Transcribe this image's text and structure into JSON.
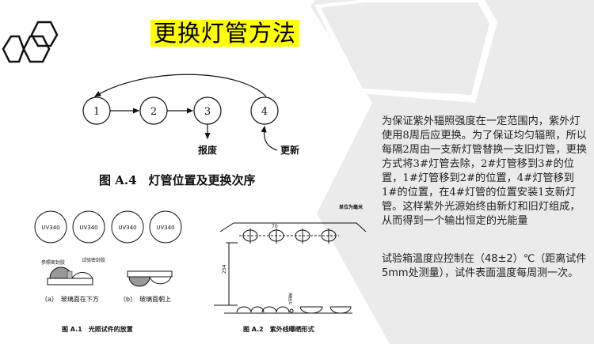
{
  "slide": {
    "title": "更换灯管方法",
    "paragraphs": [
      "为保证紫外辐照强度在一定范围内，紫外灯使用8周后应更换。为了保证均匀辐照，所以每隔2周由一支新灯管替换一支旧灯管，更换方式将3#灯管去除，2#灯管移到3#的位置，1#灯管移到2#的位置，4#灯管移到1#的位置，在4#灯管的位置安装1支新灯管。这样紫外光源始终由新灯和旧灯组成，从而得到一个输出恒定的光能量",
      "试验箱温度应控制在（48±2）℃（距离试件5mm处测量），试件表面温度每周测一次。"
    ]
  },
  "figure_a4": {
    "nodes": [
      "1",
      "2",
      "3",
      "4"
    ],
    "discard_label": "报废",
    "new_label": "更新",
    "caption": "图 A.4　灯管位置及更换次序"
  },
  "figure_a1": {
    "lamp_labels": [
      "UV340",
      "UV340",
      "UV340",
      "UV340"
    ],
    "ref_seal_label": "参照密封胶",
    "test_seal_label": "试验密封胶",
    "sub_a": "（a）　玻璃面在下方",
    "sub_b": "（b）　玻璃面朝上",
    "caption": "图 A.1　光照试件的放置"
  },
  "figure_a2": {
    "unit_label": "单位为毫米",
    "spacing_label": "70",
    "distance_label": "254",
    "thermometer_label": "温度计",
    "caption": "图 A.2　紫外线曝晒形式"
  },
  "colors": {
    "highlight": "#ffff00",
    "bg_grey": "#ebebeb",
    "text": "#222222"
  }
}
